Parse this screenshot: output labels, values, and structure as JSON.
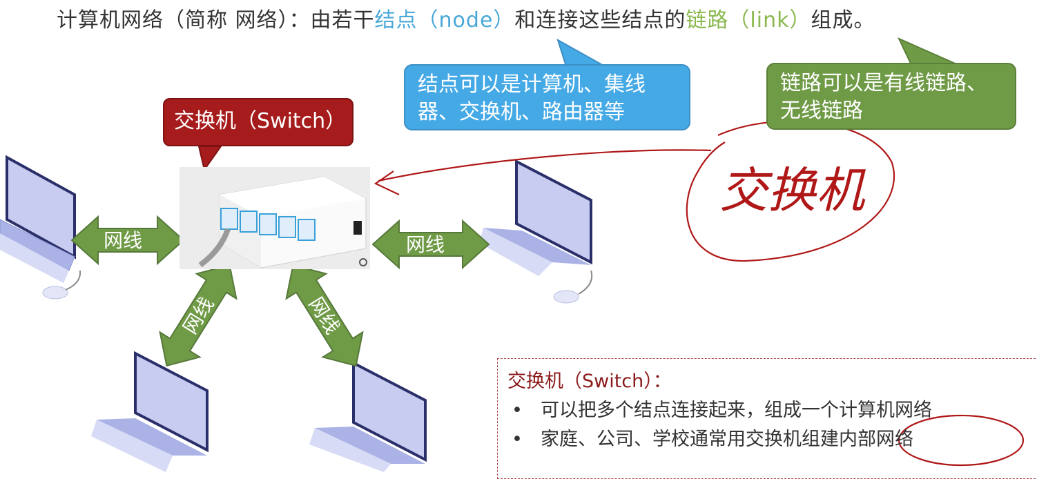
{
  "title": {
    "prefix": "计算机网络（简称 网络）：由若干",
    "node_term": "结点（node）",
    "middle": "和连接这些结点的",
    "link_term": "链路（link）",
    "suffix": "组成。"
  },
  "bubbles": {
    "node_note": [
      "结点可以是计算机、集线",
      "器、交换机、路由器等"
    ],
    "link_note": [
      "链路可以是有线链路、",
      "无线链路"
    ],
    "switch_label": "交换机（Switch）"
  },
  "handwriting": "交换机",
  "arrow_labels": [
    "网线",
    "网线",
    "网线",
    "网线"
  ],
  "note": {
    "header": "交换机（Switch）：",
    "bullets": [
      "可以把多个结点连接起来，组成一个计算机网络",
      "家庭、公司、学校通常用交换机组建内部网络"
    ]
  },
  "colors": {
    "node_blue": "#45a9e6",
    "link_green": "#6f9a46",
    "switch_red": "#a61c1c",
    "arrow_green": "#6f9a46",
    "ink_red": "#b01818"
  }
}
